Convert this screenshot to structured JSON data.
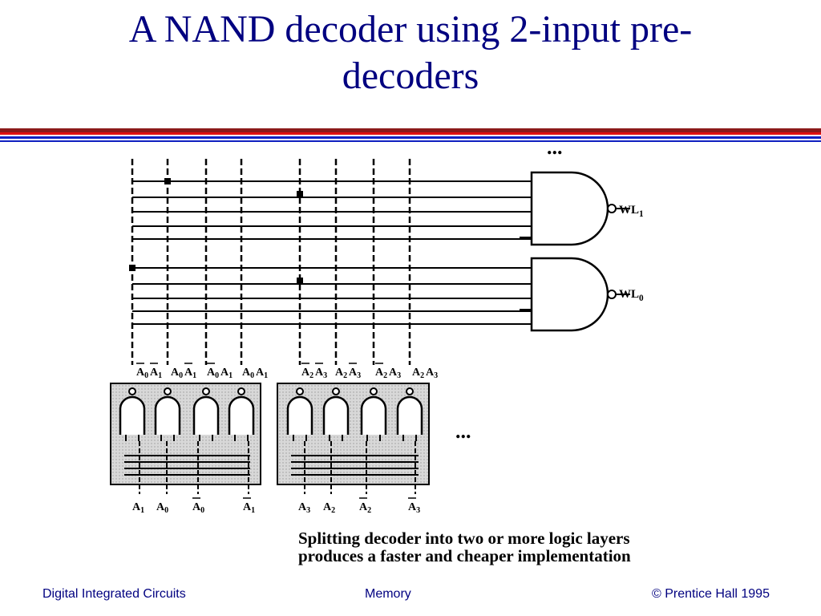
{
  "title": {
    "line1": "A NAND decoder using 2-input pre-",
    "line2": "decoders"
  },
  "colors": {
    "title": "#000080",
    "rule_top": "#8b1a1a",
    "rule_mid": "#e01010",
    "rule_blue": "#1020c0",
    "footer": "#000080"
  },
  "diagram": {
    "ellipsis_top": "...",
    "ellipsis_right": "...",
    "wordlines": [
      {
        "base": "WL",
        "sub": "1"
      },
      {
        "base": "WL",
        "sub": "0"
      }
    ],
    "predecoder_labels_left": [
      {
        "parts": [
          {
            "t": "A",
            "s": "0",
            "bar": true
          },
          {
            "t": "A",
            "s": "1",
            "bar": true
          }
        ]
      },
      {
        "parts": [
          {
            "t": "A",
            "s": "0",
            "bar": false
          },
          {
            "t": "A",
            "s": "1",
            "bar": true
          }
        ]
      },
      {
        "parts": [
          {
            "t": "A",
            "s": "0",
            "bar": true
          },
          {
            "t": "A",
            "s": "1",
            "bar": false
          }
        ]
      },
      {
        "parts": [
          {
            "t": "A",
            "s": "0",
            "bar": false
          },
          {
            "t": "A",
            "s": "1",
            "bar": false
          }
        ]
      }
    ],
    "predecoder_labels_right": [
      {
        "parts": [
          {
            "t": "A",
            "s": "2",
            "bar": true
          },
          {
            "t": "A",
            "s": "3",
            "bar": true
          }
        ]
      },
      {
        "parts": [
          {
            "t": "A",
            "s": "2",
            "bar": false
          },
          {
            "t": "A",
            "s": "3",
            "bar": true
          }
        ]
      },
      {
        "parts": [
          {
            "t": "A",
            "s": "2",
            "bar": true
          },
          {
            "t": "A",
            "s": "3",
            "bar": false
          }
        ]
      },
      {
        "parts": [
          {
            "t": "A",
            "s": "2",
            "bar": false
          },
          {
            "t": "A",
            "s": "3",
            "bar": false
          }
        ]
      }
    ],
    "inputs_left": [
      {
        "t": "A",
        "s": "1",
        "bar": false
      },
      {
        "t": "A",
        "s": "0",
        "bar": false
      },
      {
        "t": "A",
        "s": "0",
        "bar": true
      },
      {
        "t": "A",
        "s": "1",
        "bar": true
      }
    ],
    "inputs_right": [
      {
        "t": "A",
        "s": "3",
        "bar": false
      },
      {
        "t": "A",
        "s": "2",
        "bar": false
      },
      {
        "t": "A",
        "s": "2",
        "bar": true
      },
      {
        "t": "A",
        "s": "3",
        "bar": true
      }
    ]
  },
  "caption": {
    "line1": "Splitting decoder into two or more logic layers",
    "line2": "produces a faster and cheaper implementation"
  },
  "footer": {
    "left": "Digital Integrated Circuits",
    "center": "Memory",
    "right": "© Prentice Hall 1995"
  }
}
